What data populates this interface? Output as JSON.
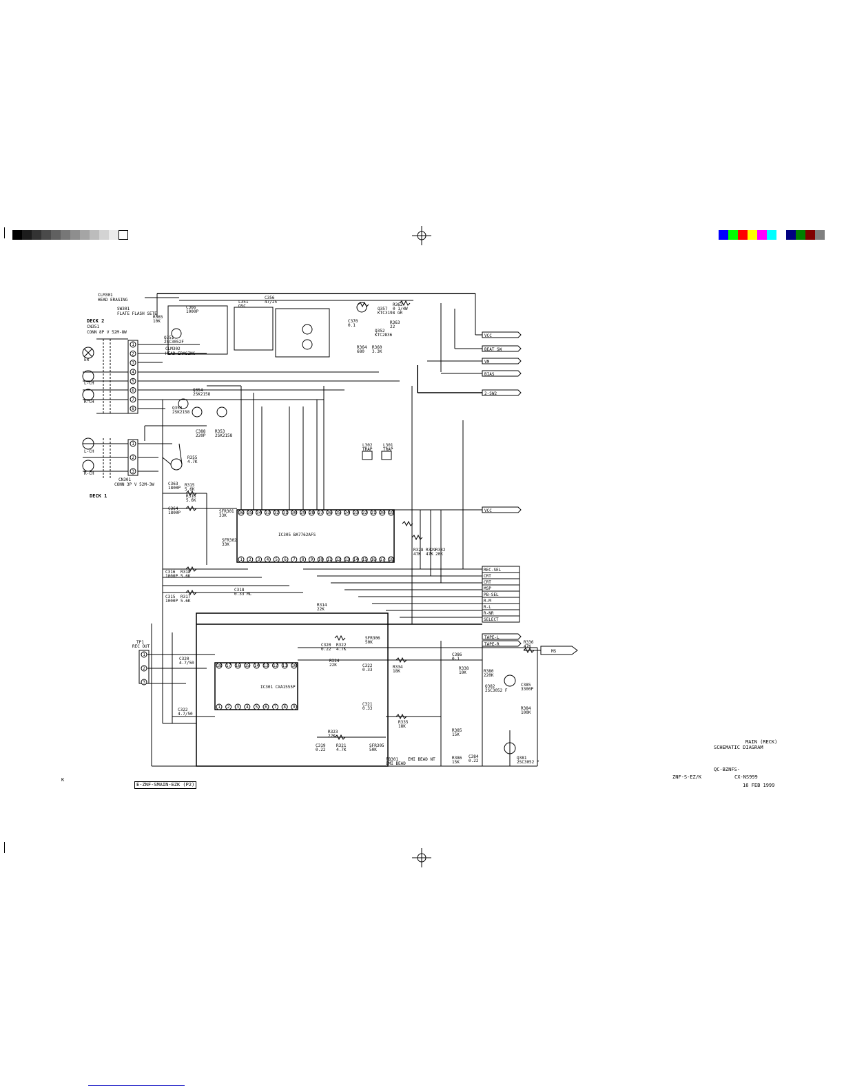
{
  "calibration": {
    "gray_swatches": [
      "#000000",
      "#1c1c1c",
      "#333333",
      "#4a4a4a",
      "#606060",
      "#777777",
      "#8e8e8e",
      "#a5a5a5",
      "#bcbcbc",
      "#d3d3d3",
      "#ebebeb",
      "#ffffff"
    ],
    "color_swatches": [
      "#0000ff",
      "#00ff00",
      "#ff0000",
      "#ffff00",
      "#ff00ff",
      "#00ffff",
      "#ffffff",
      "#000080",
      "#008000",
      "#800000",
      "#808080"
    ]
  },
  "deck2": {
    "title": "DECK 2",
    "connector": "CN351",
    "connector_desc": "CONN 8P V 52M-8W",
    "head_pins": [
      "1",
      "2",
      "3",
      "4",
      "5",
      "6",
      "7",
      "8"
    ],
    "head_labels": [
      "ER",
      "L-CH",
      "R-CH"
    ],
    "coil_l": "CLM301",
    "coil_l_desc": "HEAD ERASING",
    "sw": "SW301",
    "sw_desc": "FLATE FLASH SETE",
    "coil_l2": "CLM302",
    "coil_l2_desc": "HEAD ERASING"
  },
  "deck1": {
    "title": "DECK 1",
    "connector": "CN301",
    "connector_desc": "CONN 3P V 52M-3W",
    "pins": [
      "1",
      "2",
      "3"
    ],
    "head_labels": [
      "L-CH",
      "R-CH"
    ]
  },
  "signals": [
    {
      "id": "VCC",
      "label": "VCC"
    },
    {
      "id": "BEAT_SW",
      "label": "BEAT SW"
    },
    {
      "id": "VM",
      "label": "VM"
    },
    {
      "id": "BIAS",
      "label": "BIAS"
    },
    {
      "id": "2-SW2",
      "label": "2-SW2"
    },
    {
      "id": "VCC2",
      "label": "VCC"
    },
    {
      "id": "REC-SEL",
      "label": "REC-SEL"
    },
    {
      "id": "CRT",
      "label": "CRT"
    },
    {
      "id": "CRT2",
      "label": "CRT"
    },
    {
      "id": "MSP",
      "label": "MSP"
    },
    {
      "id": "PB-SEL",
      "label": "PB-SEL"
    },
    {
      "id": "R-M",
      "label": "R-M"
    },
    {
      "id": "R-L",
      "label": "R-L"
    },
    {
      "id": "R-NR",
      "label": "R-NR"
    },
    {
      "id": "SELECT",
      "label": "SELECT"
    },
    {
      "id": "TAPE-L",
      "label": "TAPE-L"
    },
    {
      "id": "TAPE-R",
      "label": "TAPE-R"
    },
    {
      "id": "MS",
      "label": "MS"
    }
  ],
  "ics": {
    "ic1": {
      "ref": "IC305 BA7762AFS",
      "top_pins": [
        "36",
        "35",
        "34",
        "33",
        "32",
        "31",
        "30",
        "29",
        "28",
        "27",
        "26",
        "25",
        "24",
        "23",
        "22",
        "21",
        "20",
        "19"
      ],
      "bottom_pins": [
        "1",
        "2",
        "3",
        "4",
        "5",
        "6",
        "7",
        "8",
        "9",
        "10",
        "11",
        "12",
        "13",
        "14",
        "15",
        "16",
        "17",
        "18"
      ]
    },
    "ic2": {
      "ref": "IC301 CXA1555P",
      "top_pins": [
        "18",
        "17",
        "16",
        "15",
        "14",
        "13",
        "12",
        "11",
        "10"
      ],
      "bottom_pins": [
        "1",
        "2",
        "3",
        "4",
        "5",
        "6",
        "7",
        "8",
        "9"
      ]
    }
  },
  "tp": {
    "ref": "TP1",
    "desc": "REC OUT",
    "pins": [
      "1",
      "2",
      "3"
    ]
  },
  "components": [
    {
      "ref": "R365",
      "val": "10K"
    },
    {
      "ref": "Q351",
      "val": "2SC3052F"
    },
    {
      "ref": "C366",
      "val": "1000P"
    },
    {
      "ref": "L351",
      "val": "OSC"
    },
    {
      "ref": "C356",
      "val": "47/25"
    },
    {
      "ref": "Q357",
      "val": "KTC3198 GR"
    },
    {
      "ref": "R362",
      "val": "0 1/4W"
    },
    {
      "ref": "R363",
      "val": "22"
    },
    {
      "ref": "Q352",
      "val": "KTC2836"
    },
    {
      "ref": "R364",
      "val": "680"
    },
    {
      "ref": "R360",
      "val": "3.3K"
    },
    {
      "ref": "C370",
      "val": "0.1"
    },
    {
      "ref": "Q354",
      "val": "2SK2158"
    },
    {
      "ref": "Q353",
      "val": "2SK2158"
    },
    {
      "ref": "C388",
      "val": "220P"
    },
    {
      "ref": "R353",
      "val": "2SK2158"
    },
    {
      "ref": "R355",
      "val": "4.7K"
    },
    {
      "ref": "L302",
      "val": "TRAP"
    },
    {
      "ref": "L301",
      "val": "TRAP"
    },
    {
      "ref": "C363",
      "val": "1800P"
    },
    {
      "ref": "R315",
      "val": "5.6K"
    },
    {
      "ref": "R316",
      "val": "5.6K"
    },
    {
      "ref": "C364",
      "val": "1800P"
    },
    {
      "ref": "C318",
      "val": "0.33 ML"
    },
    {
      "ref": "C316",
      "val": "1000P"
    },
    {
      "ref": "R318",
      "val": "5.6K"
    },
    {
      "ref": "C315",
      "val": "1000P"
    },
    {
      "ref": "R317",
      "val": "5.6K"
    },
    {
      "ref": "SFR301",
      "val": "33K"
    },
    {
      "ref": "SFR302",
      "val": "33K"
    },
    {
      "ref": "R314",
      "val": "22K"
    },
    {
      "ref": "R328",
      "val": "47K"
    },
    {
      "ref": "R329",
      "val": "47K"
    },
    {
      "ref": "R332",
      "val": "20K"
    },
    {
      "ref": "C320",
      "val": "4.7/50"
    },
    {
      "ref": "C322",
      "val": "4.7/50"
    },
    {
      "ref": "C320b",
      "val": "0.22"
    },
    {
      "ref": "R322",
      "val": "4.7K"
    },
    {
      "ref": "R324",
      "val": "22K"
    },
    {
      "ref": "C322b",
      "val": "0.33"
    },
    {
      "ref": "R334",
      "val": "18K"
    },
    {
      "ref": "SFR306",
      "val": "50K"
    },
    {
      "ref": "C321",
      "val": "0.33"
    },
    {
      "ref": "R335",
      "val": "18K"
    },
    {
      "ref": "R323",
      "val": "22K"
    },
    {
      "ref": "C319",
      "val": "0.22"
    },
    {
      "ref": "R321",
      "val": "4.7K"
    },
    {
      "ref": "SFR305",
      "val": "50K"
    },
    {
      "ref": "C386",
      "val": "0.1"
    },
    {
      "ref": "R336",
      "val": "47K"
    },
    {
      "ref": "R338",
      "val": "10K"
    },
    {
      "ref": "R380",
      "val": "220K"
    },
    {
      "ref": "Q382",
      "val": "2SC3052 F"
    },
    {
      "ref": "C385",
      "val": "3300P"
    },
    {
      "ref": "R384",
      "val": "100K"
    },
    {
      "ref": "R385",
      "val": "15K"
    },
    {
      "ref": "R386",
      "val": "15K"
    },
    {
      "ref": "C384",
      "val": "0.22"
    },
    {
      "ref": "Q381",
      "val": "2SC3052 F"
    },
    {
      "ref": "FB301",
      "val": "EMI BEAD"
    }
  ],
  "ground_label": "EMI BEAD NT",
  "title_block": {
    "line1": "MAIN (RECK)",
    "line2": "SCHEMATIC DIAGRAM",
    "line3": "QC-BZNFS-",
    "line4a": "ZNF-S-EZ/K",
    "line4b": "CX-NS999",
    "line5": "16 FEB 1999",
    "file_ref": "E-ZNF-SMAIN-EZK (P2)",
    "marker_k": "K"
  },
  "colors": {
    "ink": "#000000",
    "link": "#3333cc"
  }
}
